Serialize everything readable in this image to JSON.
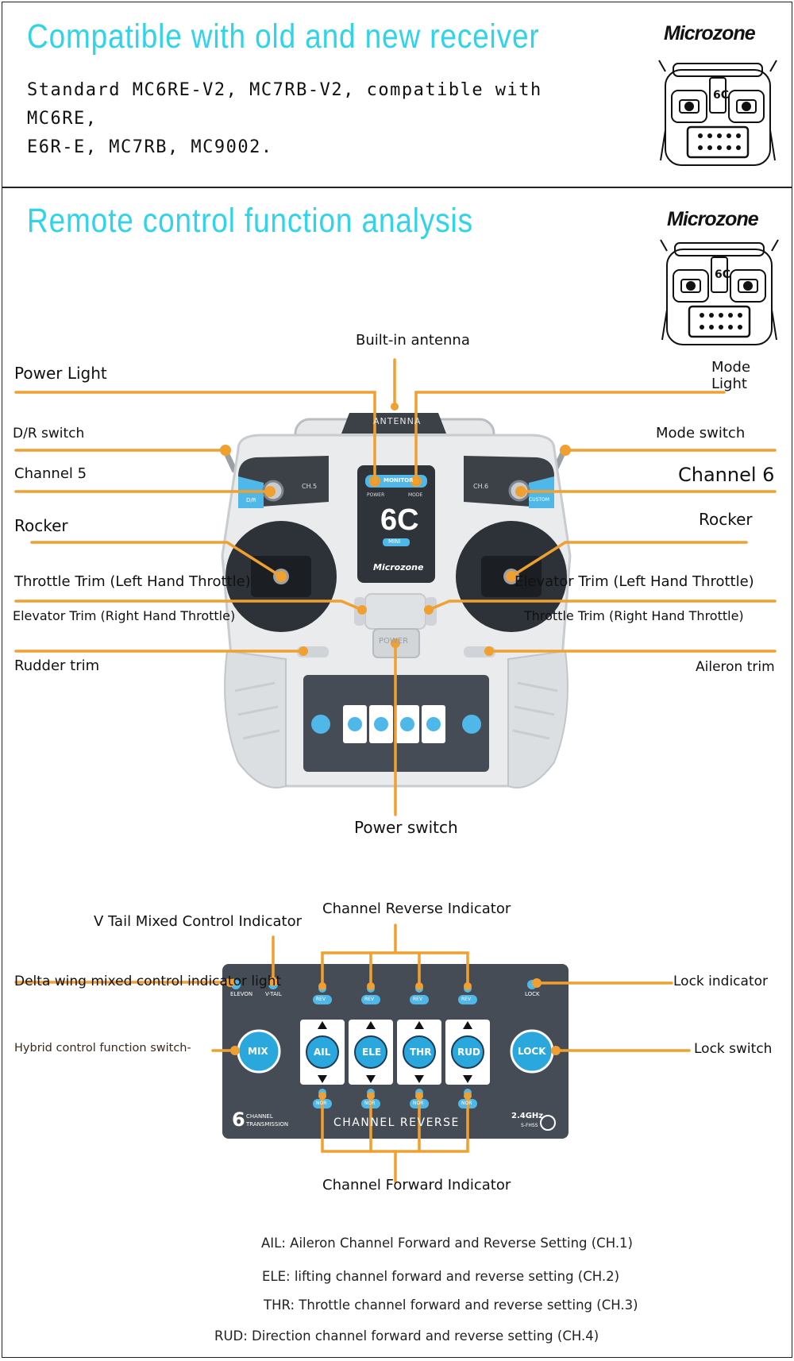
{
  "section_top": {
    "title": "Compatible with old and new receiver",
    "description": "Standard MC6RE-V2, MC7RB-V2, compatible with MC6RE,\nE6R-E, MC7RB, MC9002.",
    "brand": "Microzone"
  },
  "section_bottom": {
    "title": "Remote control function analysis",
    "brand": "Microzone",
    "mode_light_label": "Mode\nLight"
  },
  "transmitter": {
    "antenna_text": "ANTENNA",
    "monitor_text": "MONITOR",
    "power_text": "POWER",
    "mode_text": "MODE",
    "model": "6C",
    "model_sub": "MINI",
    "brand": "Microzone",
    "ch5_text": "CH.5",
    "ch6_text": "CH.6",
    "dr_text": "D/R",
    "custom_text": "CUSTOM",
    "power_button_text": "POWER"
  },
  "callouts": {
    "built_in_antenna": "Built-in antenna",
    "power_light": "Power Light",
    "dr_switch": "D/R switch",
    "mode_switch": "Mode switch",
    "channel_5": "Channel 5",
    "channel_6": "Channel 6",
    "rocker_left": "Rocker",
    "rocker_right": "Rocker",
    "throttle_trim_left": "Throttle Trim (Left Hand Throttle)",
    "elevator_trim_left": "Elevator Trim (Left Hand Throttle)",
    "elevator_trim_right": "Elevator Trim (Right Hand Throttle)",
    "throttle_trim_right": "Throttle Trim (Right Hand Throttle)",
    "rudder_trim": "Rudder trim",
    "aileron_trim": "Aileron trim",
    "power_switch": "Power switch"
  },
  "panel": {
    "elevon": "ELEVON",
    "vtail": "V-TAIL",
    "lock_small": "LOCK",
    "mix_button": "MIX",
    "lock_button": "LOCK",
    "channels": [
      "AIL",
      "ELE",
      "THR",
      "RUD"
    ],
    "rev": "REV",
    "nor": "NOR",
    "channel_count": "6",
    "channel_word": "CHANNEL",
    "transmission_word": "TRANSMISSION",
    "channel_reverse": "CHANNEL REVERSE",
    "freq": "2.4GHz",
    "fhss": "S-FHSS"
  },
  "panel_callouts": {
    "v_tail": "V Tail Mixed Control Indicator",
    "channel_reverse_indicator": "Channel Reverse Indicator",
    "delta_wing": "Delta wing mixed control indicator light",
    "lock_indicator": "Lock indicator",
    "hybrid_switch": "Hybrid control function switch-",
    "lock_switch": "Lock switch",
    "channel_forward_indicator": "Channel Forward Indicator"
  },
  "notes": [
    "AIL: Aileron Channel Forward and Reverse Setting (CH.1)",
    "ELE: lifting channel forward and reverse setting (CH.2)",
    "THR: Throttle channel forward and reverse setting (CH.3)",
    "RUD: Direction channel forward and reverse setting (CH.4)"
  ],
  "colors": {
    "accent_cyan": "#2fd3ea",
    "callout_orange": "#f0a030",
    "panel_dark": "#454c55",
    "button_blue": "#2aa8dd"
  }
}
